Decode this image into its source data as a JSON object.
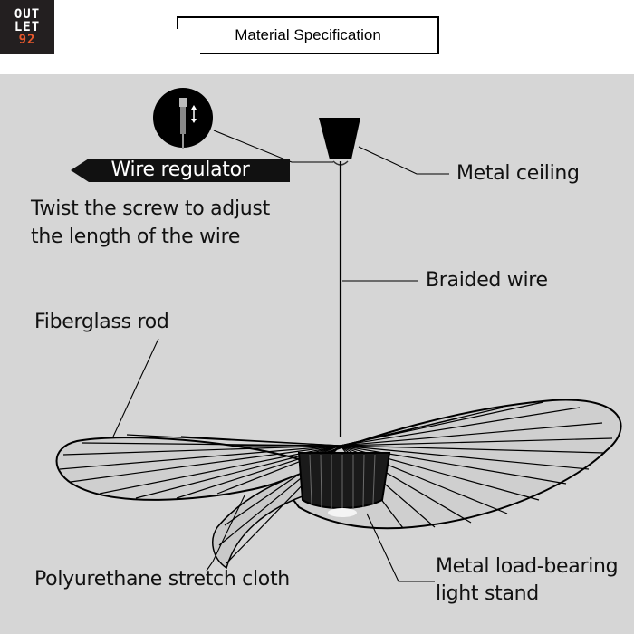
{
  "logo": {
    "line1": "OUT",
    "line2": "LET",
    "line3": "92"
  },
  "header": {
    "title": "Material Specification"
  },
  "labels": {
    "wire_regulator": "Wire regulator",
    "twist_line1": "Twist the screw to adjust",
    "twist_line2": "the length of the wire",
    "metal_ceiling": "Metal ceiling",
    "braided_wire": "Braided wire",
    "fiberglass_rod": "Fiberglass rod",
    "polyurethane": "Polyurethane stretch cloth",
    "stand_line1": "Metal load-bearing",
    "stand_line2": "light stand"
  },
  "colors": {
    "panel_bg": "#d6d6d6",
    "logo_bg": "#231f20",
    "logo_accent": "#e8592d",
    "ink": "#111111"
  },
  "icons": {
    "zoom": "wire-regulator-zoom-icon",
    "lamp": "pendant-lamp-illustration"
  }
}
